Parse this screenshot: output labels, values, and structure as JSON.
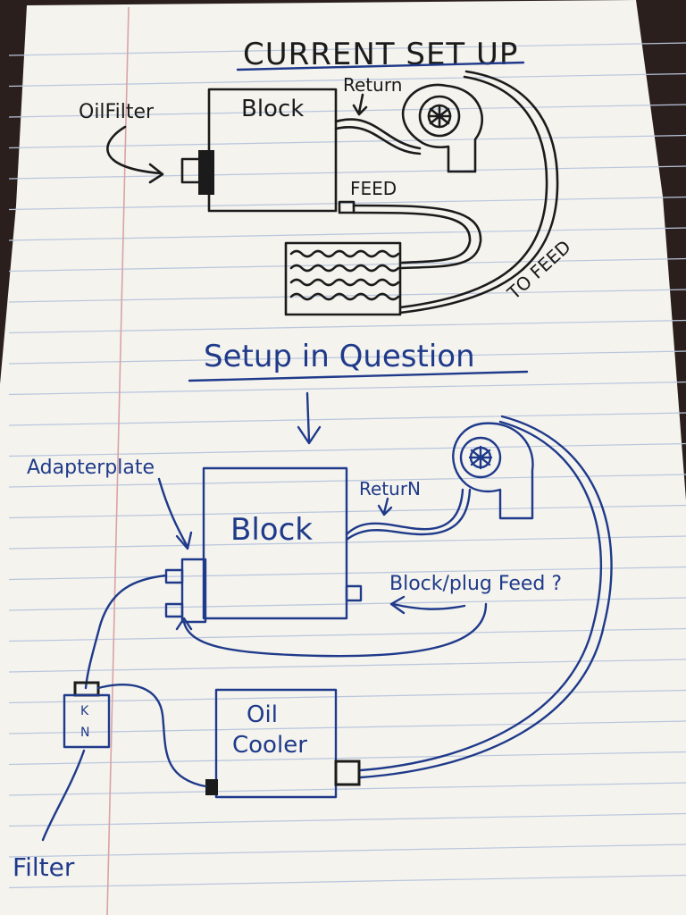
{
  "current": {
    "title": "CURRENT SET UP",
    "block": "Block",
    "return": "Return",
    "oil_filter": "OilFilter",
    "feed": "FEED",
    "to_feed": "TO FEED"
  },
  "question": {
    "title": "Setup in Question",
    "adapter": "Adapterplate",
    "block": "Block",
    "return": "ReturN",
    "block_plug_feed": "Block/plug Feed ?",
    "oil_cooler_line1": "Oil",
    "oil_cooler_line2": "Cooler",
    "filter_brand_k": "K",
    "filter_brand_n": "N",
    "filter": "Filter"
  },
  "colors": {
    "paper": "#f4f3ee",
    "rule_line": "#b9c6dd",
    "margin_line": "#d9a3a6",
    "ink_black": "#1b1b1b",
    "ink_blue": "#1f3a8a"
  }
}
